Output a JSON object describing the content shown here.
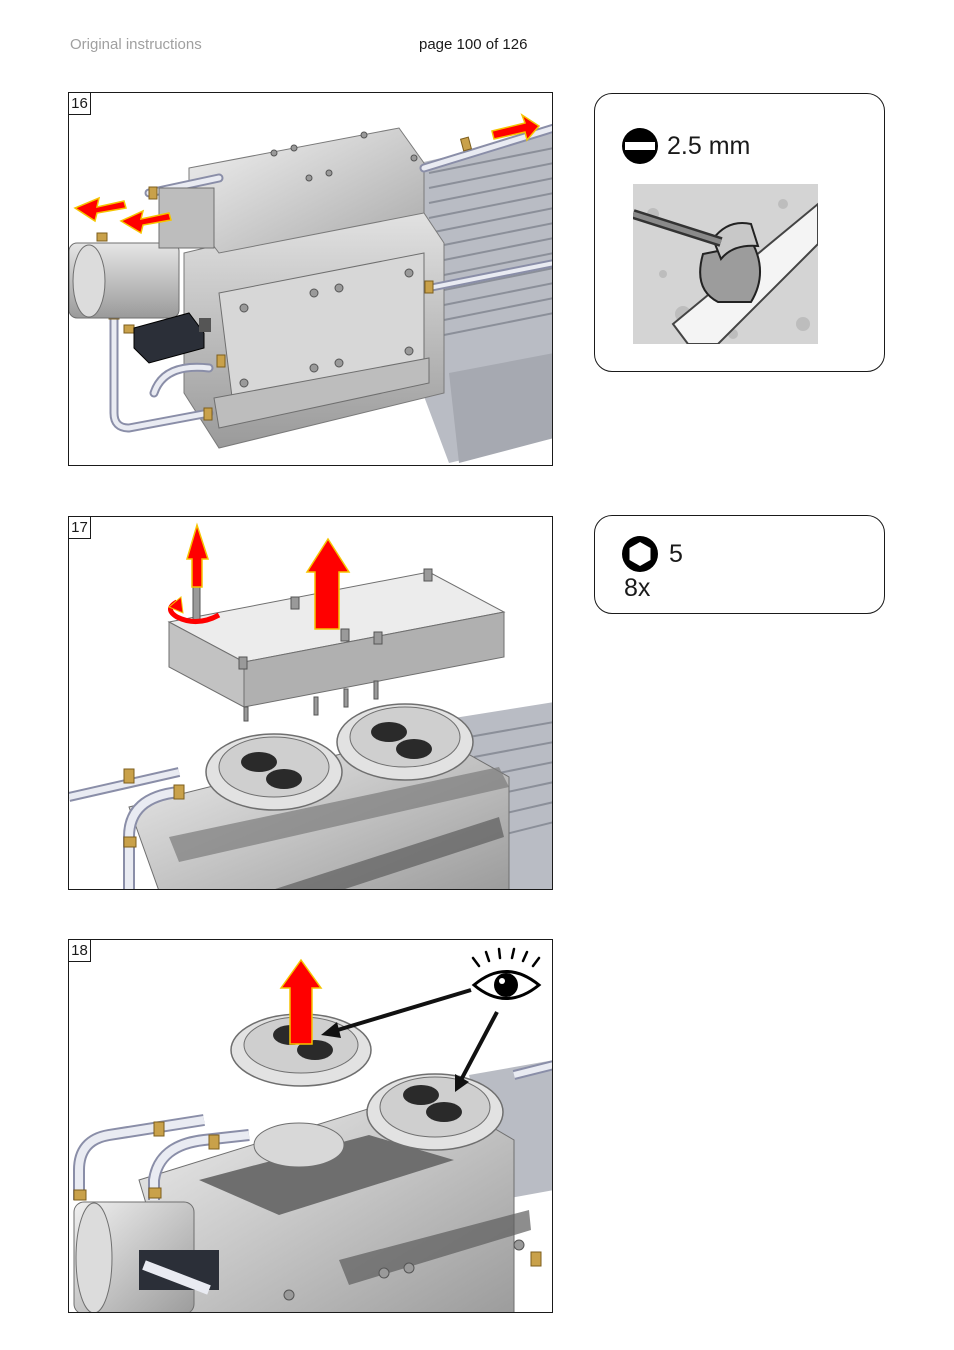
{
  "header": {
    "left": "Original instructions",
    "page": "page 100 of 126"
  },
  "steps": [
    {
      "number": "16"
    },
    {
      "number": "17"
    },
    {
      "number": "18"
    }
  ],
  "tools": {
    "screwdriver": {
      "icon": "flat-screwdriver-icon",
      "size": "2.5 mm"
    },
    "hex": {
      "icon": "hex-socket-icon",
      "size": "5",
      "quantity": "8x"
    }
  },
  "colors": {
    "arrow": "#ff0000",
    "arrow_outline": "#f5c400",
    "brass": "#c9a14a",
    "metal": "#c8c8c8"
  }
}
